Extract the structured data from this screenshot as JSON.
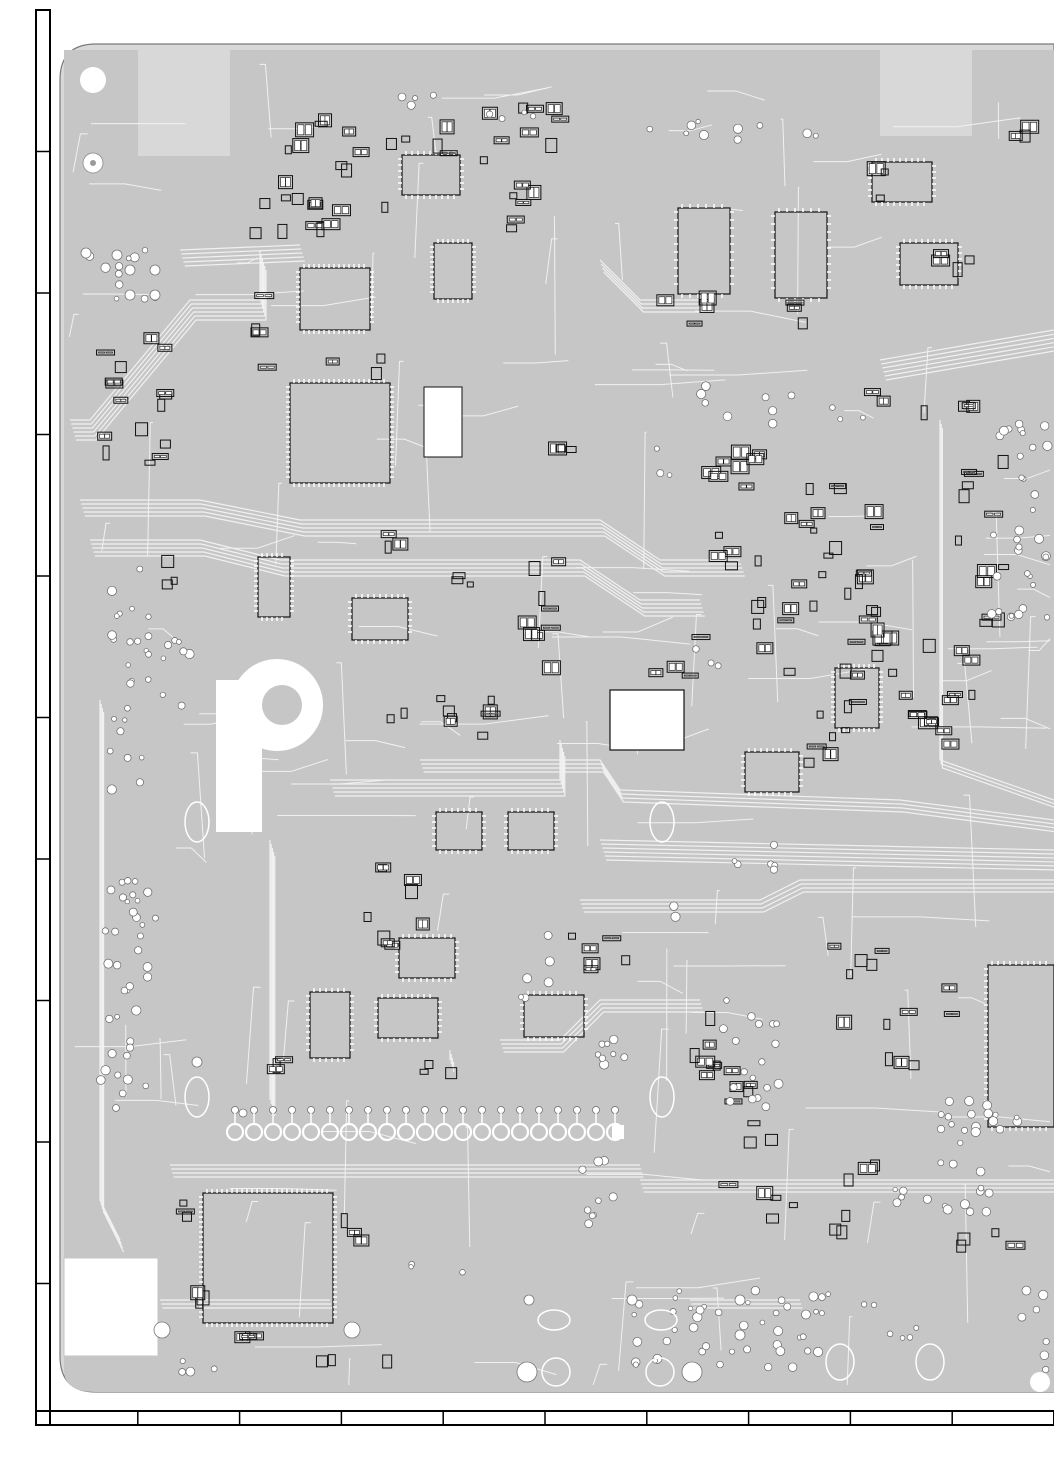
{
  "diagram": {
    "type": "pcb-layout",
    "colors": {
      "background": "#ffffff",
      "frame": "#000000",
      "board_fill": "#c6c6c6",
      "board_edge": "#7a7a7a",
      "trace": "#f1f1f1",
      "component_outline": "#111111",
      "silk_gray": "#888888",
      "hole_fill": "#ffffff"
    },
    "frame": {
      "left_ruler_divisions": 10,
      "bottom_ruler_divisions": 10
    }
  }
}
